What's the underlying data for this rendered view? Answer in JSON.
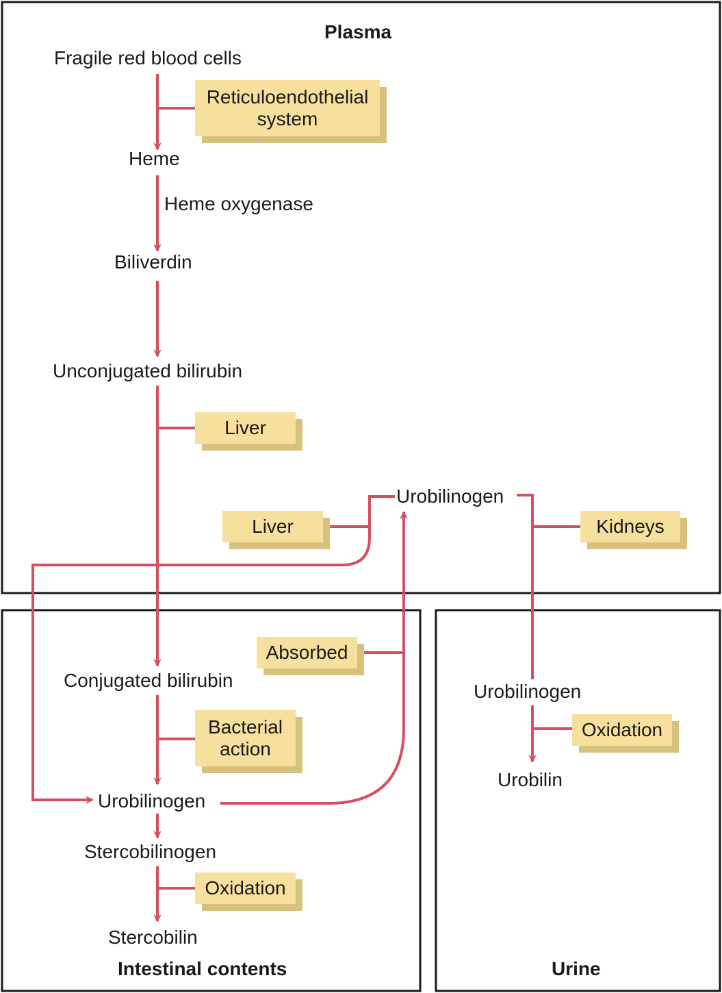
{
  "regions": {
    "plasma": "Plasma",
    "intestinal": "Intestinal contents",
    "urine": "Urine"
  },
  "nodes": {
    "fragile_rbc": "Fragile red blood cells",
    "heme": "Heme",
    "heme_oxygenase": "Heme oxygenase",
    "biliverdin": "Biliverdin",
    "unconj_bilirubin": "Unconjugated bilirubin",
    "urobilinogen_plasma": "Urobilinogen",
    "conj_bilirubin": "Conjugated bilirubin",
    "urobilinogen_intestine": "Urobilinogen",
    "stercobilinogen": "Stercobilinogen",
    "stercobilin": "Stercobilin",
    "urobilinogen_urine": "Urobilinogen",
    "urobilin": "Urobilin"
  },
  "boxes": {
    "res_line1": "Reticuloendothelial",
    "res_line2": "system",
    "liver1": "Liver",
    "liver2": "Liver",
    "kidneys": "Kidneys",
    "absorbed": "Absorbed",
    "bacterial_line1": "Bacterial",
    "bacterial_line2": "action",
    "oxidation_intestine": "Oxidation",
    "oxidation_urine": "Oxidation"
  },
  "colors": {
    "arrow": "#d4505f",
    "box": "#f7e09d",
    "box_shadow": "#d6c27e"
  }
}
